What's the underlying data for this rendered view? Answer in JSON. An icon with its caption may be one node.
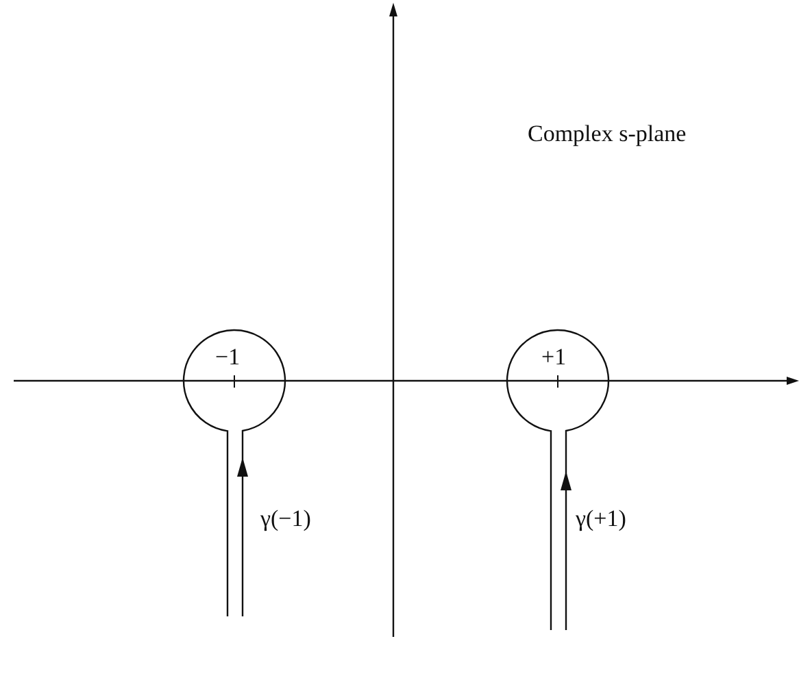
{
  "diagram": {
    "labels": [
      "Complex s-plane",
      "−1",
      "+1",
      "γ(−1)",
      "γ(+1)"
    ]
  }
}
